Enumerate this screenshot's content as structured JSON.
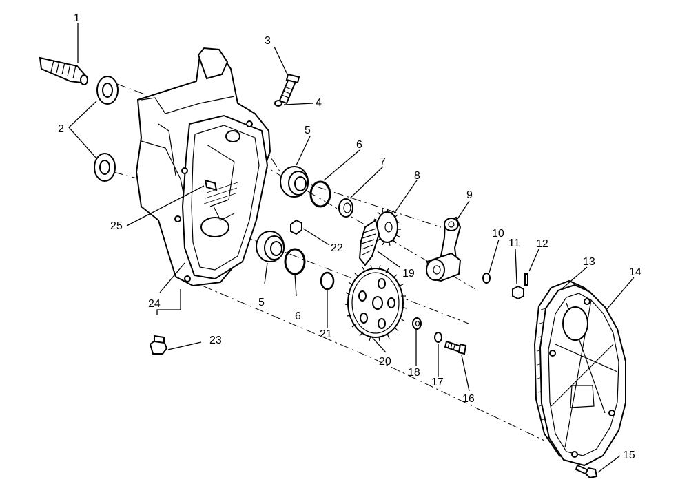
{
  "figure": {
    "callouts": [
      {
        "id": "1",
        "label": "1"
      },
      {
        "id": "2",
        "label": "2"
      },
      {
        "id": "3",
        "label": "3"
      },
      {
        "id": "4",
        "label": "4"
      },
      {
        "id": "5a",
        "label": "5"
      },
      {
        "id": "5b",
        "label": "5"
      },
      {
        "id": "6a",
        "label": "6"
      },
      {
        "id": "6b",
        "label": "6"
      },
      {
        "id": "7",
        "label": "7"
      },
      {
        "id": "8",
        "label": "8"
      },
      {
        "id": "9",
        "label": "9"
      },
      {
        "id": "10",
        "label": "10"
      },
      {
        "id": "11",
        "label": "11"
      },
      {
        "id": "12",
        "label": "12"
      },
      {
        "id": "13",
        "label": "13"
      },
      {
        "id": "14",
        "label": "14"
      },
      {
        "id": "15",
        "label": "15"
      },
      {
        "id": "16",
        "label": "16"
      },
      {
        "id": "17",
        "label": "17"
      },
      {
        "id": "18",
        "label": "18"
      },
      {
        "id": "19",
        "label": "19"
      },
      {
        "id": "20",
        "label": "20"
      },
      {
        "id": "21",
        "label": "21"
      },
      {
        "id": "22",
        "label": "22"
      },
      {
        "id": "23",
        "label": "23"
      },
      {
        "id": "24",
        "label": "24"
      },
      {
        "id": "25",
        "label": "25"
      }
    ]
  }
}
